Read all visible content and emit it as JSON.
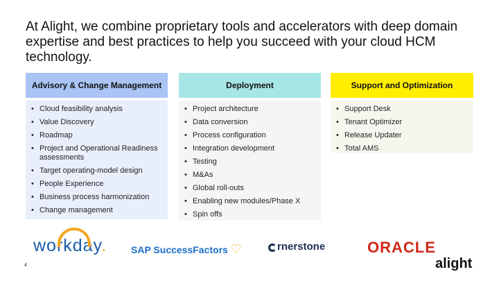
{
  "headline": "At Alight, we combine proprietary tools and accelerators with deep domain expertise and best practices to help you succeed with your cloud HCM technology.",
  "columns": [
    {
      "title": "Advisory & Change Management",
      "color": "#a9c4f5",
      "items": [
        "Cloud feasibility analysis",
        "Value Discovery",
        "Roadmap",
        "Project and Operational Readiness assessments",
        "Target operating-model design",
        "People Experience",
        "Business process harmonization",
        "Change management"
      ]
    },
    {
      "title": "Deployment",
      "color": "#a6e6e4",
      "items": [
        "Project architecture",
        "Data conversion",
        "Process configuration",
        "Integration development",
        "Testing",
        "M&As",
        "Global roll-outs",
        "Enabling new modules/Phase X",
        "Spin offs"
      ]
    },
    {
      "title": "Support and Optimization",
      "color": "#ffee00",
      "items": [
        "Support Desk",
        "Tenant Optimizer",
        "Release Updater",
        "Total AMS"
      ]
    }
  ],
  "bullet": "•",
  "logos": {
    "workday": "workday",
    "workday_period": ".",
    "sap": "SAP SuccessFactors",
    "sap_heart": "♡",
    "cornerstone": "rnerstone",
    "oracle": "ORACLE",
    "alight": "alight"
  },
  "page_number": "4"
}
